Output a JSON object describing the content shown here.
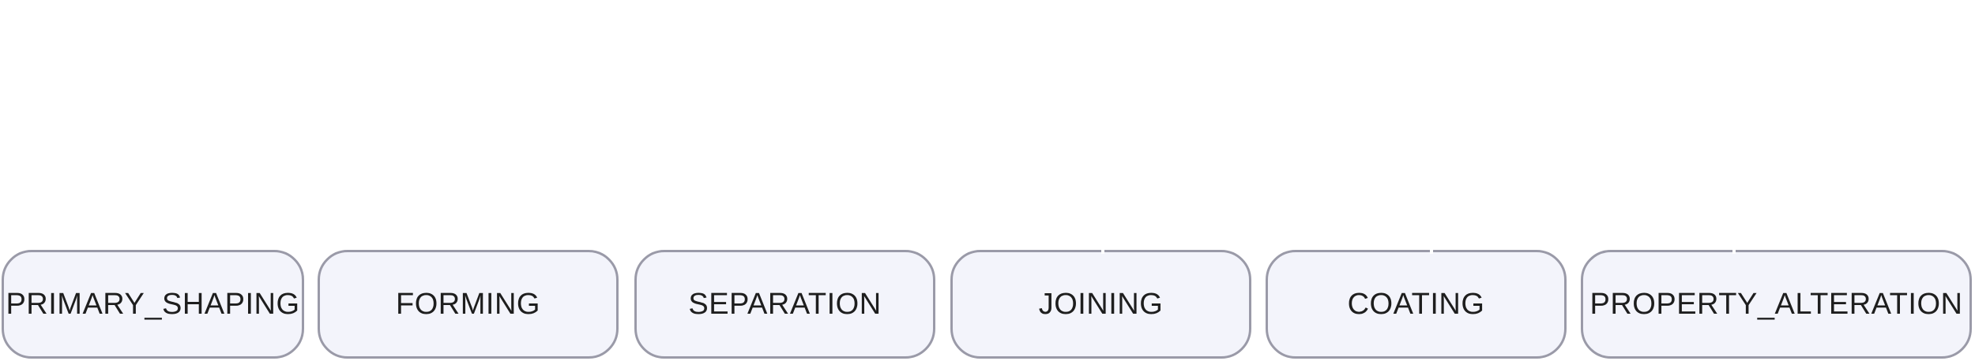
{
  "nodes": [
    {
      "id": "primary_shaping",
      "label": "PRIMARY_SHAPING"
    },
    {
      "id": "forming",
      "label": "FORMING"
    },
    {
      "id": "separation",
      "label": "SEPARATION"
    },
    {
      "id": "joining",
      "label": "JOINING"
    },
    {
      "id": "coating",
      "label": "COATING"
    },
    {
      "id": "property_alteration",
      "label": "PROPERTY_ALTERATION"
    }
  ],
  "colors": {
    "node_fill": "#f3f4fb",
    "node_border": "#9a9aa8",
    "text": "#1e1e1e",
    "background": "#ffffff"
  }
}
